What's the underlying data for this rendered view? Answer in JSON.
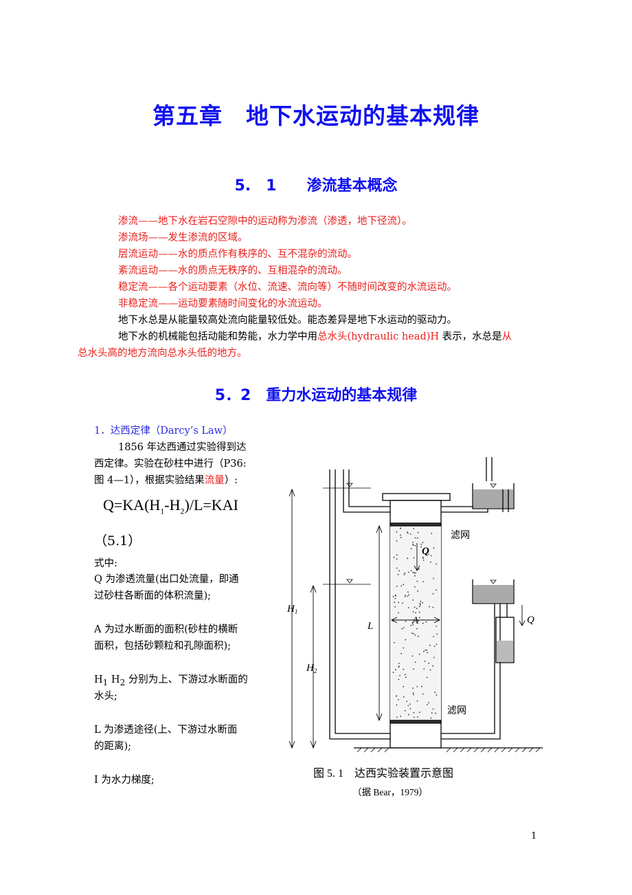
{
  "title": "第五章　地下水运动的基本规律",
  "section1": {
    "heading": "5.　1　　渗流基本概念",
    "definitions": [
      "渗流——地下水在岩石空隙中的运动称为渗流（渗透，地下径流）。",
      "渗流场——发生渗流的区域。",
      "层流运动——水的质点作有秩序的、互不混杂的流动。",
      "紊流运动——水的质点无秩序的、互相混杂的流动。",
      "稳定流——各个运动要素（水位、流速、流向等）不随时间改变的水流运动。",
      "非稳定流——运动要素随时间变化的水流运动。"
    ],
    "para1": "地下水总是从能量较高处流向能量较低处。能态差异是地下水运动的驱动力。",
    "para2_a": "地下水的机械能包括动能和势能，水力学中用",
    "para2_red": "总水头(hydraulic head)H",
    "para2_b": " 表示，水总是",
    "para2_red2": "从",
    "para2_line2": "总水头高的地方流向总水头低的地方。"
  },
  "section2": {
    "heading": "5．2　重力水运动的基本规律",
    "sub1": "1．达西定律（Darcy’s Law）",
    "intro_lines": [
      "1856 年达西通过实验得到达",
      "西定律。实验在砂柱中进行（P36:",
      "图 4—1），根据实验结果"
    ],
    "intro_red": "流量",
    "intro_end": "）:",
    "formula": {
      "a": "Q=KA(H",
      "s1": "1",
      "b": "-H",
      "s2": "2",
      "c": ")/L=KAI"
    },
    "eq_number": "（5.1）",
    "where": "式中:",
    "defs": [
      [
        "Q 为渗透流量(出口处流量，即通",
        "过砂柱各断面的体积流量);"
      ],
      [
        "A 为过水断面的面积(砂柱的横断",
        "面积，包括砂颗粒和孔隙面积);"
      ],
      [
        "分别为上、下游过水断面的",
        "水头;"
      ],
      [
        "L 为渗透途径(上、下游过水断面",
        "的距离);"
      ],
      [
        "I 为水力梯度;"
      ]
    ],
    "h_symbols": {
      "h": "H",
      "s1": "1",
      "s2": "2"
    }
  },
  "figure": {
    "labels": {
      "H1": "H",
      "H1sub": "1",
      "H2": "H",
      "H2sub": "2",
      "L": "L",
      "A": "A",
      "Q": "Q",
      "Q_out": "Q",
      "screen_top": "滤网",
      "screen_bottom": "滤网"
    },
    "caption": "图 5. 1　达西实验装置示意图",
    "source": "（据 Bear，1979）"
  },
  "page_number": "1"
}
